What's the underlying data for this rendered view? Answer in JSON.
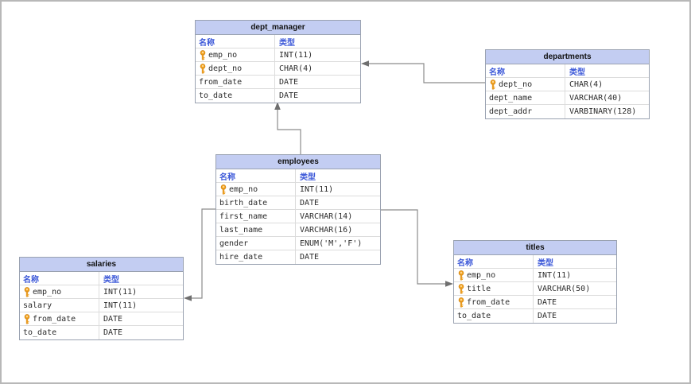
{
  "diagram": {
    "kind": "entity-relationship-diagram",
    "column_headers": {
      "name": "名称",
      "type": "类型"
    },
    "colors": {
      "table_header_bg": "#c3cdf2",
      "column_header_text": "#3b57d8",
      "table_border": "#9aa2b1",
      "row_divider": "#dcdcdc",
      "connector": "#8c8c8c",
      "key_icon": "#f5a623",
      "canvas_border": "#b8b8b8"
    },
    "tables": [
      {
        "title": "dept_manager",
        "rows": [
          {
            "key": true,
            "name": "emp_no",
            "type": "INT(11)"
          },
          {
            "key": true,
            "name": "dept_no",
            "type": "CHAR(4)"
          },
          {
            "key": false,
            "name": "from_date",
            "type": "DATE"
          },
          {
            "key": false,
            "name": "to_date",
            "type": "DATE"
          }
        ]
      },
      {
        "title": "departments",
        "rows": [
          {
            "key": true,
            "name": "dept_no",
            "type": "CHAR(4)"
          },
          {
            "key": false,
            "name": "dept_name",
            "type": "VARCHAR(40)"
          },
          {
            "key": false,
            "name": "dept_addr",
            "type": "VARBINARY(128)"
          }
        ]
      },
      {
        "title": "employees",
        "rows": [
          {
            "key": true,
            "name": "emp_no",
            "type": "INT(11)"
          },
          {
            "key": false,
            "name": "birth_date",
            "type": "DATE"
          },
          {
            "key": false,
            "name": "first_name",
            "type": "VARCHAR(14)"
          },
          {
            "key": false,
            "name": "last_name",
            "type": "VARCHAR(16)"
          },
          {
            "key": false,
            "name": "gender",
            "type": "ENUM('M','F')"
          },
          {
            "key": false,
            "name": "hire_date",
            "type": "DATE"
          }
        ]
      },
      {
        "title": "salaries",
        "rows": [
          {
            "key": true,
            "name": "emp_no",
            "type": "INT(11)"
          },
          {
            "key": false,
            "name": "salary",
            "type": "INT(11)"
          },
          {
            "key": true,
            "name": "from_date",
            "type": "DATE"
          },
          {
            "key": false,
            "name": "to_date",
            "type": "DATE"
          }
        ]
      },
      {
        "title": "titles",
        "rows": [
          {
            "key": true,
            "name": "emp_no",
            "type": "INT(11)"
          },
          {
            "key": true,
            "name": "title",
            "type": "VARCHAR(50)"
          },
          {
            "key": true,
            "name": "from_date",
            "type": "DATE"
          },
          {
            "key": false,
            "name": "to_date",
            "type": "DATE"
          }
        ]
      }
    ],
    "connectors": [
      {
        "from": "departments",
        "to": "dept_manager"
      },
      {
        "from": "employees",
        "to": "dept_manager"
      },
      {
        "from": "employees",
        "to": "salaries"
      },
      {
        "from": "employees",
        "to": "titles"
      }
    ]
  }
}
